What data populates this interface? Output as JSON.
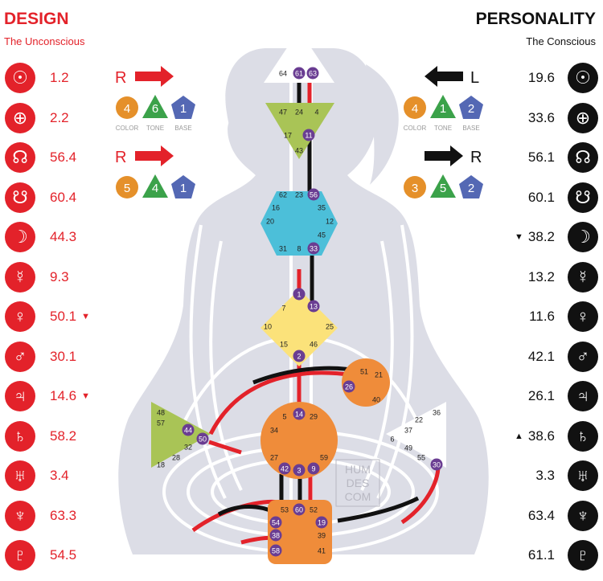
{
  "design": {
    "title": "DESIGN",
    "subtitle": "The Unconscious",
    "arrow_top_label": "R",
    "arrow_bottom_label": "R",
    "variables_top": {
      "color": "4",
      "tone": "6",
      "base": "1"
    },
    "variables_bottom": {
      "color": "5",
      "tone": "4",
      "base": "1"
    },
    "planets": [
      {
        "icon": "sun-icon",
        "glyph": "☉",
        "value": "1.2",
        "marker": ""
      },
      {
        "icon": "earth-icon",
        "glyph": "⊕",
        "value": "2.2",
        "marker": ""
      },
      {
        "icon": "north-node-icon",
        "glyph": "☊",
        "value": "56.4",
        "marker": ""
      },
      {
        "icon": "south-node-icon",
        "glyph": "☋",
        "value": "60.4",
        "marker": ""
      },
      {
        "icon": "moon-icon",
        "glyph": "☽",
        "value": "44.3",
        "marker": ""
      },
      {
        "icon": "mercury-icon",
        "glyph": "☿",
        "value": "9.3",
        "marker": ""
      },
      {
        "icon": "venus-icon",
        "glyph": "♀",
        "value": "50.1",
        "marker": "▼"
      },
      {
        "icon": "mars-icon",
        "glyph": "♂",
        "value": "30.1",
        "marker": ""
      },
      {
        "icon": "jupiter-icon",
        "glyph": "♃",
        "value": "14.6",
        "marker": "▼"
      },
      {
        "icon": "saturn-icon",
        "glyph": "♄",
        "value": "58.2",
        "marker": ""
      },
      {
        "icon": "uranus-icon",
        "glyph": "♅",
        "value": "3.4",
        "marker": ""
      },
      {
        "icon": "neptune-icon",
        "glyph": "♆",
        "value": "63.3",
        "marker": ""
      },
      {
        "icon": "pluto-icon",
        "glyph": "♇",
        "value": "54.5",
        "marker": ""
      }
    ]
  },
  "personality": {
    "title": "PERSONALITY",
    "subtitle": "The Conscious",
    "arrow_top_label": "L",
    "arrow_bottom_label": "R",
    "variables_top": {
      "color": "4",
      "tone": "1",
      "base": "2"
    },
    "variables_bottom": {
      "color": "3",
      "tone": "5",
      "base": "2"
    },
    "planets": [
      {
        "icon": "sun-icon",
        "glyph": "☉",
        "value": "19.6",
        "marker": ""
      },
      {
        "icon": "earth-icon",
        "glyph": "⊕",
        "value": "33.6",
        "marker": ""
      },
      {
        "icon": "north-node-icon",
        "glyph": "☊",
        "value": "56.1",
        "marker": ""
      },
      {
        "icon": "south-node-icon",
        "glyph": "☋",
        "value": "60.1",
        "marker": ""
      },
      {
        "icon": "moon-icon",
        "glyph": "☽",
        "value": "38.2",
        "marker": "▼"
      },
      {
        "icon": "mercury-icon",
        "glyph": "☿",
        "value": "13.2",
        "marker": ""
      },
      {
        "icon": "venus-icon",
        "glyph": "♀",
        "value": "11.6",
        "marker": ""
      },
      {
        "icon": "mars-icon",
        "glyph": "♂",
        "value": "42.1",
        "marker": ""
      },
      {
        "icon": "jupiter-icon",
        "glyph": "♃",
        "value": "26.1",
        "marker": ""
      },
      {
        "icon": "saturn-icon",
        "glyph": "♄",
        "value": "38.6",
        "marker": "▲"
      },
      {
        "icon": "uranus-icon",
        "glyph": "♅",
        "value": "3.3",
        "marker": ""
      },
      {
        "icon": "neptune-icon",
        "glyph": "♆",
        "value": "63.4",
        "marker": ""
      },
      {
        "icon": "pluto-icon",
        "glyph": "♇",
        "value": "61.1",
        "marker": ""
      }
    ]
  },
  "variable_labels": {
    "color": "COLOR",
    "tone": "TONE",
    "base": "BASE"
  },
  "watermark": {
    "line1": "HUM",
    "line2": "DES",
    "line3": "COM"
  },
  "colors": {
    "design_red": "#e3222a",
    "personality_black": "#111111",
    "silhouette": "#dcdde6",
    "head_center": "#ffffff",
    "ajna_center": "#a9c456",
    "throat_center": "#4cbfd9",
    "g_center": "#fbe27a",
    "ego_center": "#ef8c3a",
    "spleen_center": "#a9c456",
    "sacral_center": "#ef8c3a",
    "solar_plexus_center": "#ffffff",
    "root_center": "#ef8c3a",
    "activated_gate": "#6a3d92",
    "color_badge": "#e5902a",
    "tone_badge": "#3ba24a",
    "base_badge": "#5468b4"
  },
  "centers": {
    "head": {
      "gates": [
        "64",
        "61",
        "63"
      ],
      "active": [
        "61",
        "63"
      ]
    },
    "ajna": {
      "gates": [
        "47",
        "24",
        "4",
        "17",
        "11",
        "43"
      ],
      "active": [
        "11"
      ]
    },
    "throat": {
      "gates": [
        "62",
        "23",
        "56",
        "16",
        "35",
        "20",
        "12",
        "45",
        "31",
        "8",
        "33"
      ],
      "active": [
        "56",
        "33"
      ]
    },
    "g": {
      "gates": [
        "1",
        "7",
        "13",
        "10",
        "25",
        "15",
        "46",
        "2"
      ],
      "active": [
        "1",
        "13",
        "2"
      ]
    },
    "ego": {
      "gates": [
        "51",
        "21",
        "26",
        "40"
      ],
      "active": [
        "26"
      ]
    },
    "spleen": {
      "gates": [
        "48",
        "57",
        "44",
        "50",
        "32",
        "28",
        "18"
      ],
      "active": [
        "44",
        "50"
      ]
    },
    "sacral": {
      "gates": [
        "5",
        "14",
        "29",
        "34",
        "27",
        "59",
        "42",
        "3",
        "9"
      ],
      "active": [
        "14",
        "42",
        "3",
        "9"
      ]
    },
    "solar_plexus": {
      "gates": [
        "36",
        "22",
        "37",
        "6",
        "49",
        "55",
        "30"
      ],
      "active": [
        "30"
      ]
    },
    "root": {
      "gates": [
        "53",
        "60",
        "52",
        "54",
        "19",
        "38",
        "39",
        "58",
        "41"
      ],
      "active": [
        "60",
        "54",
        "19",
        "38",
        "58"
      ]
    }
  }
}
